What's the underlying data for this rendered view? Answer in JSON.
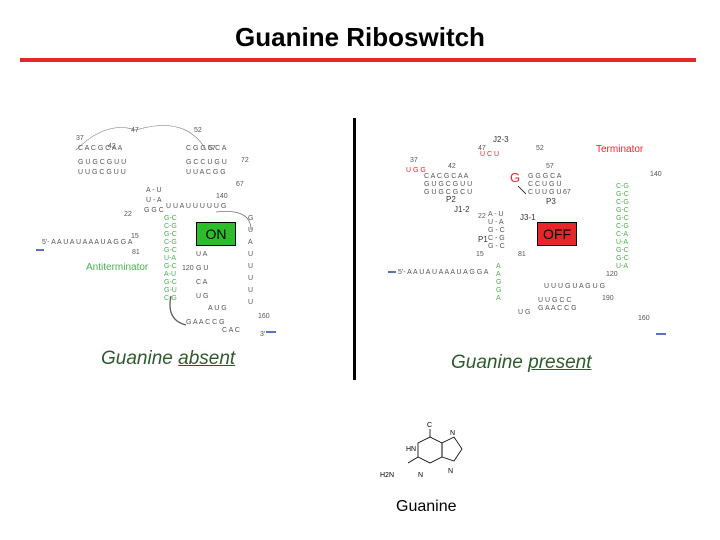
{
  "title": "Guanine Riboswitch",
  "left": {
    "state": "ON",
    "label_antiterminator": "Antiterminator",
    "caption_prefix": "Guanine ",
    "caption_underlined": "absent",
    "nt_five_prime": "5'",
    "nt_three_prime": "3'",
    "five_prime_seq": "5'- A A U A U A A A U A G G A",
    "numbers": [
      "37",
      "47",
      "52",
      "42",
      "57",
      "67",
      "72",
      "22",
      "15",
      "81",
      "120",
      "140",
      "160"
    ]
  },
  "right": {
    "state": "OFF",
    "label_terminator": "Terminator",
    "ligand": "G",
    "labels": [
      "J2-3",
      "P2",
      "J1-2",
      "P3",
      "J3-1",
      "P1"
    ],
    "caption_prefix": "Guanine ",
    "caption_underlined": "present",
    "five_prime_seq": "5'- A A U A U A A A U A G G A",
    "numbers": [
      "37",
      "47",
      "52",
      "42",
      "57",
      "67",
      "22",
      "15",
      "81",
      "120",
      "140",
      "160",
      "190"
    ]
  },
  "structure": {
    "label": "Guanine",
    "atoms": [
      "C",
      "HN",
      "N",
      "H2N",
      "N",
      "N"
    ]
  },
  "colors": {
    "accent_red": "#e8262a",
    "on_green": "#2dbd2a",
    "antiterminator_green": "#4caf50",
    "terminator_red": "#e8262a",
    "text_dark": "#2e5b2b"
  }
}
